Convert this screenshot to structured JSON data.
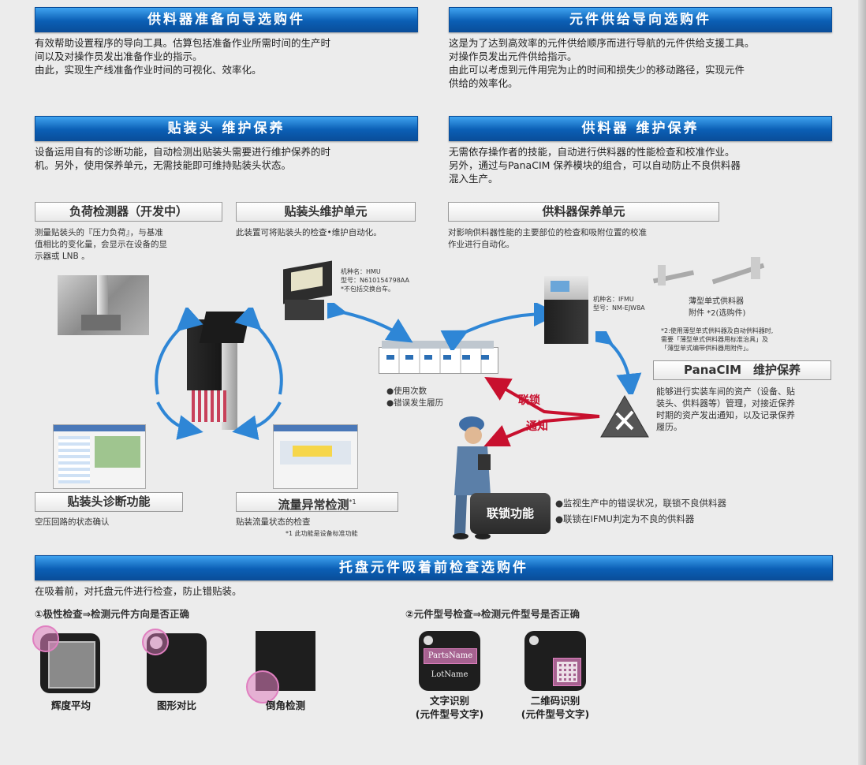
{
  "sections": {
    "setup_nav": {
      "title": "供料器准备向导选购件",
      "lines": [
        "有效帮助设置程序的导向工具。估算包括准备作业所需时间的生产时",
        "间以及对操作员发出准备作业的指示。",
        "由此，实现生产线准备作业时间的可视化、效率化。"
      ]
    },
    "supply_nav": {
      "title": "元件供给导向选购件",
      "lines": [
        "这是为了达到高效率的元件供给顺序而进行导航的元件供给支援工具。",
        "对操作员发出元件供给指示。",
        "由此可以考虑到元件用完为止的时间和损失少的移动路径，实现元件",
        "供给的效率化。"
      ]
    },
    "head_maint": {
      "title": "贴装头 维护保养",
      "lines": [
        "设备运用自有的诊断功能，自动检测出贴装头需要进行维护保养的时",
        "机。另外，使用保养单元，无需技能即可维持贴装头状态。"
      ]
    },
    "feeder_maint": {
      "title": "供料器 维护保养",
      "lines": [
        "无需依存操作者的技能，自动进行供料器的性能检查和校准作业。",
        "另外，通过与PanaCIM 保养模块的组合，可以自动防止不良供料器",
        "混入生产。"
      ]
    },
    "tray_check": {
      "title": "托盘元件吸着前检查选购件",
      "line": "在吸着前，对托盘元件进行检查，防止错贴装。"
    }
  },
  "load_detector": {
    "label": "负荷检测器（开发中）",
    "lines": [
      "测量贴装头的『压力负荷』，与基准",
      "值相比的变化量，会显示在设备的显",
      "示器或 LNB 。"
    ]
  },
  "head_unit": {
    "label": "贴装头维护单元",
    "line": "此装置可将贴装头的检查•维护自动化。",
    "spec": [
      "机种名：HMU",
      "型号：N610154798AA",
      "*不包括交换台车。"
    ]
  },
  "feeder_unit": {
    "label": "供料器保养单元",
    "lines": [
      "对影响供料器性能的主要部位的检查和吸附位置的校准",
      "作业进行自动化。"
    ],
    "spec": [
      "机种名：IFMU",
      "型号：NM-EJW8A"
    ]
  },
  "thin_feeder": {
    "lines": [
      "薄型单式供料器",
      "附件 *2(选购件)"
    ],
    "note": [
      "*2:使用薄型单式供料器及自动供料器时,",
      "需要「薄型单式供料器用标准治具」及",
      "「薄型单式编带供料器用附件」。"
    ]
  },
  "panacim": {
    "label": "PanaCIM　维护保养",
    "lines": [
      "能够进行实装车间的资产（设备、贴",
      "装头、供料器等）管理，对接近保养",
      "时期的资产发出通知，以及记录保养",
      "履历。"
    ]
  },
  "line_info": [
    "●使用次数",
    "●错误发生履历"
  ],
  "arrows": {
    "interlock": "联锁",
    "notify": "通知"
  },
  "head_diag": {
    "label": "贴装头诊断功能",
    "line": "空压回路的状态确认"
  },
  "flow_check": {
    "label": "流量异常检测",
    "sup": "*1",
    "line": "贴装流量状态的检查",
    "note": "*1 此功能是设备标准功能"
  },
  "interlock": {
    "label": "联锁功能",
    "items": [
      "●监视生产中的错误状况，联锁不良供料器",
      "●联锁在IFMU判定为不良的供料器"
    ]
  },
  "checks": {
    "polarity_title": "①极性检查⇒检测元件方向是否正确",
    "model_title": "②元件型号检查⇒检测元件型号是否正确",
    "items": [
      {
        "caption": "辉度平均"
      },
      {
        "caption": "图形对比"
      },
      {
        "caption": "倒角检测"
      },
      {
        "caption": "文字识别",
        "caption2": "(元件型号文字)",
        "chip_top": "PartsName",
        "chip_bottom": "LotName"
      },
      {
        "caption": "二维码识别",
        "caption2": "(元件型号文字)"
      }
    ]
  },
  "colors": {
    "banner": "#0b5fb5",
    "arrow_blue": "#2e86d6",
    "arrow_red": "#c8102e",
    "highlight": "#e07fc0"
  }
}
